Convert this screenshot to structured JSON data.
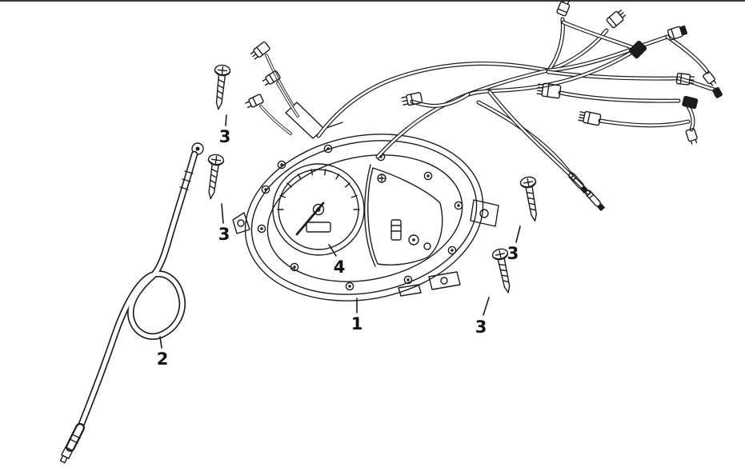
{
  "diagram": {
    "background": "#ffffff",
    "line_color": "#1c1c1c",
    "labels": {
      "part1": "1",
      "part2": "2",
      "part3_top_left": "3",
      "part3_mid_left": "3",
      "part3_right_upper": "3",
      "part3_right_lower": "3",
      "part4": "4"
    }
  }
}
